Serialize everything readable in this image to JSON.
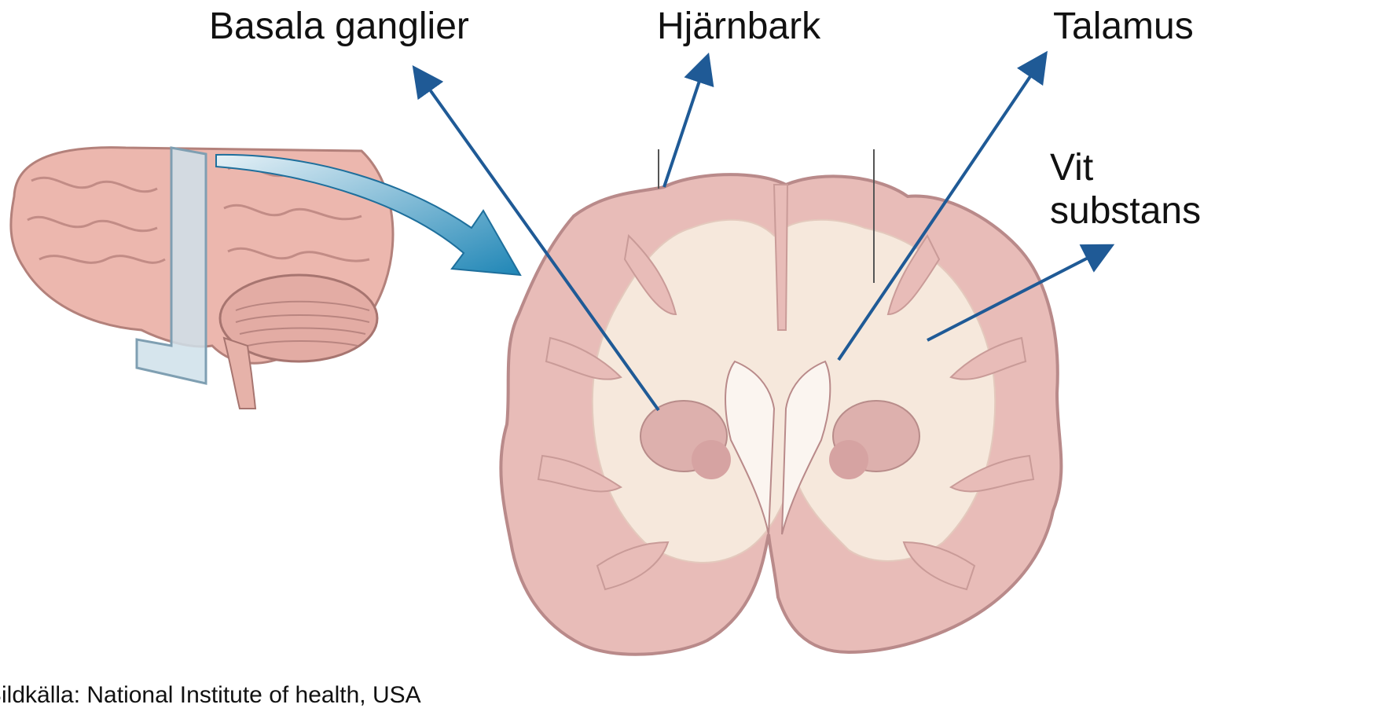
{
  "labels": {
    "basal_ganglia": "Basala ganglier",
    "cortex": "Hjärnbark",
    "thalamus": "Talamus",
    "white_matter_line1": "Vit",
    "white_matter_line2": "substans"
  },
  "credit": "Bildkälla: National Institute of health, USA",
  "colors": {
    "arrow": "#1f5a96",
    "tissue_gray": "#e8bcb8",
    "tissue_outline": "#b98a8a",
    "white_matter": "#f6e8dc",
    "plane": "#cfe0ea",
    "curve_arrow": "#2b7fb2"
  }
}
